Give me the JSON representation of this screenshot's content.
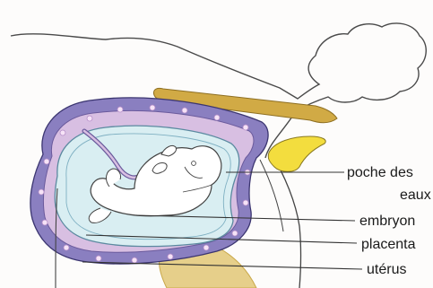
{
  "diagram": {
    "labels": {
      "amniotic_sac_line1": "poche des",
      "amniotic_sac_line2": "eaux",
      "embryo": "embryon",
      "placenta": "placenta",
      "uterus": "utérus"
    },
    "colors": {
      "uterus_wall": "#8a7fc0",
      "uterus_dots": "#c59ad4",
      "placenta_band": "#d8bfe2",
      "amniotic_fluid": "#d9eef2",
      "embryo_fill": "#ffffff",
      "bone_tan": "#d1aa45",
      "bladder_yellow": "#f3dd3e",
      "outline": "#444444"
    }
  }
}
